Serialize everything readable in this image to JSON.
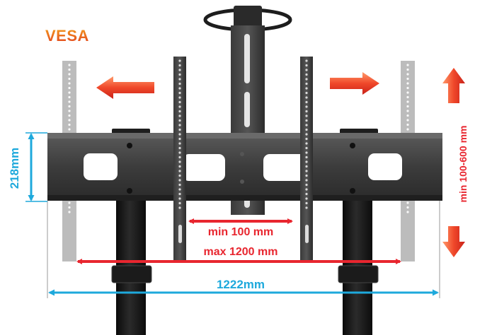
{
  "brand": {
    "label": "VESA",
    "color_top": "#f4a11e",
    "color_bottom": "#e2401f"
  },
  "dimensions": {
    "bracket_height": "218mm",
    "vertical_range": "min 100-600 mm",
    "min_width": "min 100 mm",
    "max_width": "max 1200 mm",
    "overall_width": "1222mm"
  },
  "colors": {
    "red": "#e8262f",
    "blue": "#1ea9dc",
    "arrow_light": "#ff7a4a",
    "arrow_dark": "#e02a1e",
    "metal": "#3a3a3a",
    "pole": "#151515"
  },
  "icons": {
    "expand_left": "arrow-left-icon",
    "expand_right": "arrow-right-icon",
    "expand_up": "arrow-up-icon",
    "expand_down": "arrow-down-icon"
  }
}
